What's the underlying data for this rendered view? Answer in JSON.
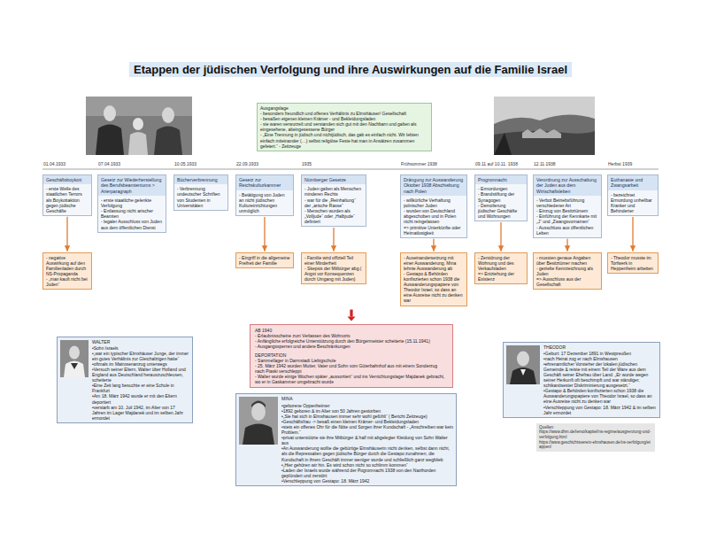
{
  "diagram": {
    "title": "Etappen der jüdischen Verfolgung und ihre Auswirkungen auf die Familie Israel",
    "nodes": [
      {
        "text": [
          "Ausgangslage",
          "- besonders freundlich und offenes Verhältnis zu Elmshäuser/ Gesellschaft",
          "- besaßen eigenen kleinen Krämer - und Bekleidungsladen",
          "- sie waren verwurzelt und verstanden sich gut mit den Nachbarn und galten als eingesehene, alteingesessene Bürger",
          "- „Eine Trennung in jüdisch und nichtjüdisch, das gab es einfach nicht. Wir lebten einfach miteinander (…) selbst religiöse Feste hat man in Ansätzen zusammen gefeiert.“ - Zeitzeuge"
        ]
      },
      {
        "text": [
          "Geschäftsboykott",
          "- erste Welle des staatlichen Terrors als Boykottaktion gegen jüdische Geschäfte"
        ]
      },
      {
        "text": [
          "Gesetz zur Wiederherstellung des Berufsbeamtentums > Arierparagraph",
          "- erste staatliche gelenkte Verfolgung",
          "- Entlassung nicht arischer Beamten",
          "- legaler Ausschluss von Juden aus dem öffentlichen Dienst"
        ]
      },
      {
        "text": [
          "Bücherverbrennung",
          "- Verbrennung undeutscher Schriften von Studenten in Universitäten"
        ]
      },
      {
        "text": [
          "Gesetz zur Reichskulturkammer",
          "- Betätigung von Juden an nicht jüdischen Kultureinrichtungen unmöglich"
        ]
      },
      {
        "text": [
          "Nürnberger Gesetze",
          "- Juden galten als Menschen minderen Rechts",
          "- war für die „Reinhaltung“ der „arische Rasse“",
          "- Menschen wurden als „Volljude“ oder „Halbjude“ definiert"
        ]
      },
      {
        "text": [
          "Drängung zur Auswanderung Oktober 1938 Abschiebung nach Polen",
          "- willkürliche Verhaftung polnischer Juden",
          "- wurden von Deutschland abgeschoben und in Polen nicht reingelassen",
          "=> primitive Unterkünfte oder Heimatlosigkeit"
        ]
      },
      {
        "text": [
          "Progromnacht",
          "- Ermordungen",
          "- Brandstiftung der Synagogen",
          "- Demolierung jüdischer Geschäfte und Wohnungen"
        ]
      },
      {
        "text": [
          "Verordnung zur Ausschaltung der Juden aus dem Wirtschaftsleben",
          "- Verbot Betriebsführung verschiedener Art",
          "- Einzug von Besitztümern",
          "- Einführung der Kennkarte mit „J“ und „Zwangsvornamen“",
          "- Ausschluss aus öffentlichen Leben"
        ]
      },
      {
        "text": [
          "Euthanasie und Zwangsarbeit",
          "- bezeichnet Ermordung unheilbar Kranker und Behinderter"
        ]
      },
      {
        "text": [
          "- negative Auswirkung auf den Familienladen durch NS-Propaganda",
          "- „man kauft nicht bei Juden“"
        ]
      },
      {
        "text": [
          "- Eingriff in die allgemeine Freiheit der Familie"
        ]
      },
      {
        "text": [
          "- Familie wird offiziell Teil einer Minderheit",
          "- Skepsis der Mitbürger abg.( Angst vor Konsequenzen durch Umgang mit Juden)"
        ]
      },
      {
        "text": [
          "- Auseinandersetzung mit einer Auswanderung, Mina lehnte Auswanderung ab",
          "- Gestapo & Behörden konfiszierten schon 1938 die Auswanderungspapiere von Theodor Israel, so dass an eine Ausreise nicht zu denken war"
        ]
      },
      {
        "text": [
          "- Zerstörung der Wohnung und des Verkaufsladen",
          "=> Entziehung der Existenz"
        ]
      },
      {
        "text": [
          "- mussten genaue Angaben über Besitztümer machen",
          "- gezielte Kennzeichnung als Juden",
          "=> Ausschluss aus der Gesellschaft"
        ]
      },
      {
        "text": [
          "- Theodor musste im Torfwerk in Heppenheim arbeiten"
        ]
      },
      {
        "text": [
          "AB 1940",
          "- Erlaubnisscheine zum Verlassen des Wohnorts",
          "- Anfängliche erfolgreiche Unterstützung durch den Bürgermeister scheiterte (15.11.1941)",
          "- Ausgangssperren und andere Beschränkungen",
          "DEPORTATION",
          "- Sammellager in Darmstadt Liebigschule",
          "- 25. März 1942 wurden Mutter, Vater und Sohn vom Güterbahnhof aus mit einem Sonderzug nach Piaski verschleppt",
          "- Walter wurde einige Wochen später „aussortiert“ und ins Vernichtungslager Majdanek gebracht, wo er in Gaskammer umgebracht wurde"
        ]
      },
      {
        "text": [
          "WALTER",
          "•Sohn Israels",
          "•„war ein typischer Elmshäuser Junge, der immer ein gutes Verhältnis zur Gleichaltrigen hatte“",
          "•oftmals im Matrosenanzug unterwegs",
          "•Versuch seiner Eltern, Walter über Holland und England aus Deutschland herauszuschleusen, scheiterte",
          "•Eine Zeit lang besuchte er eine Schule in Frankfurt",
          "•Am 18. März 1942 wurde er mit den Eltern deportiert",
          "•verstarb am 10. Juli 1942, im Alter von 17 Jahren im Lager Majdanek und im selben Jahr ermordet"
        ]
      },
      {
        "text": [
          "MINA",
          "•geborene Oppenheimer",
          "•1892 geboren & im Alter von 50 Jahren gestorben",
          "•„Sie hat sich in Elmshausen immer sehr wohl gefühlt“ ( Bericht Zeitzeuge)",
          "•Geschäftsfrau -> besaß einen kleinen Krämer- und Bekleidungsladen",
          "•stets ein offenes Ohr für die Nöte und Sorgen ihrer Kundschaft - „Anschreiben war kein Problem.“",
          "•privat unterstützte sie ihre Mitbürger & half mit abgelegter Kleidung von Sohn Walter aus",
          "•An Auswanderung wollte die gebürtige Elmshäuserin nicht denken, selbst dann nicht, als die Repressalien gegen jüdische Bürger durch die Gestapo zunahmen, die Kundschaft in ihrem Geschäft immer weniger wurde und schließlich ganz wegblieb",
          "•„Hier gehören wir hin. Es wird schon nicht so schlimm kommen“",
          "•Laden der Israels wurde während der Pogromnacht 1938 von den Nazihorden geplündert und zerstört",
          "•Verschleppung von Gestapo: 18. März 1942"
        ]
      },
      {
        "text": [
          "THEODOR",
          "•Geburt: 17 Dezember 1891 in Westpreußen",
          "•nach Heirat zog er nach Elmshausen",
          "•ehrenamtlicher Vorsteher der lokalen jüdischen Gemeinde & reiste mit einem Teil der Ware aus dem Geschäft seiner Ehefrau über Land: „Er wurde wegen seiner Herkunft oft beschimpft und war ständiger, schikanösester Diskriminierung ausgesetzt.“",
          "•Gestapo & Behörden konfiszierten schon 1938 die Auswanderungspapiere von Theodor Israel, so dass an eine Ausreise nicht zu denken war",
          "•Verschleppung von Gestapo: 18. März 1942 & im selben Jahr ermordet"
        ]
      },
      {
        "text": [
          "Quellen:",
          "https://www.dhm.de/lemo/kapitel/ns-regime/ausgrenzung-und-verfolgung.html",
          "https://www.geschichtsverein-elmshausen.de/ns-verfolgung/etappen/"
        ]
      }
    ],
    "edges": [
      {
        "from": 1,
        "to": 10,
        "arrow": "to"
      },
      {
        "from": 4,
        "to": 11,
        "arrow": "to"
      },
      {
        "from": 5,
        "to": 12,
        "arrow": "to"
      },
      {
        "from": 6,
        "to": 13,
        "arrow": "to"
      },
      {
        "from": 7,
        "to": 14,
        "arrow": "to"
      },
      {
        "from": 8,
        "to": 15,
        "arrow": "to"
      },
      {
        "from": 9,
        "to": 16,
        "arrow": "to"
      }
    ],
    "labels": [
      "01.04.1933",
      "07.04.1933",
      "10.05.1933",
      "22.09.1933",
      "1935",
      "Frühsommer 1938",
      "09.11 auf 10.11. 1938",
      "12.11.1938",
      "Herbst 1939"
    ]
  }
}
